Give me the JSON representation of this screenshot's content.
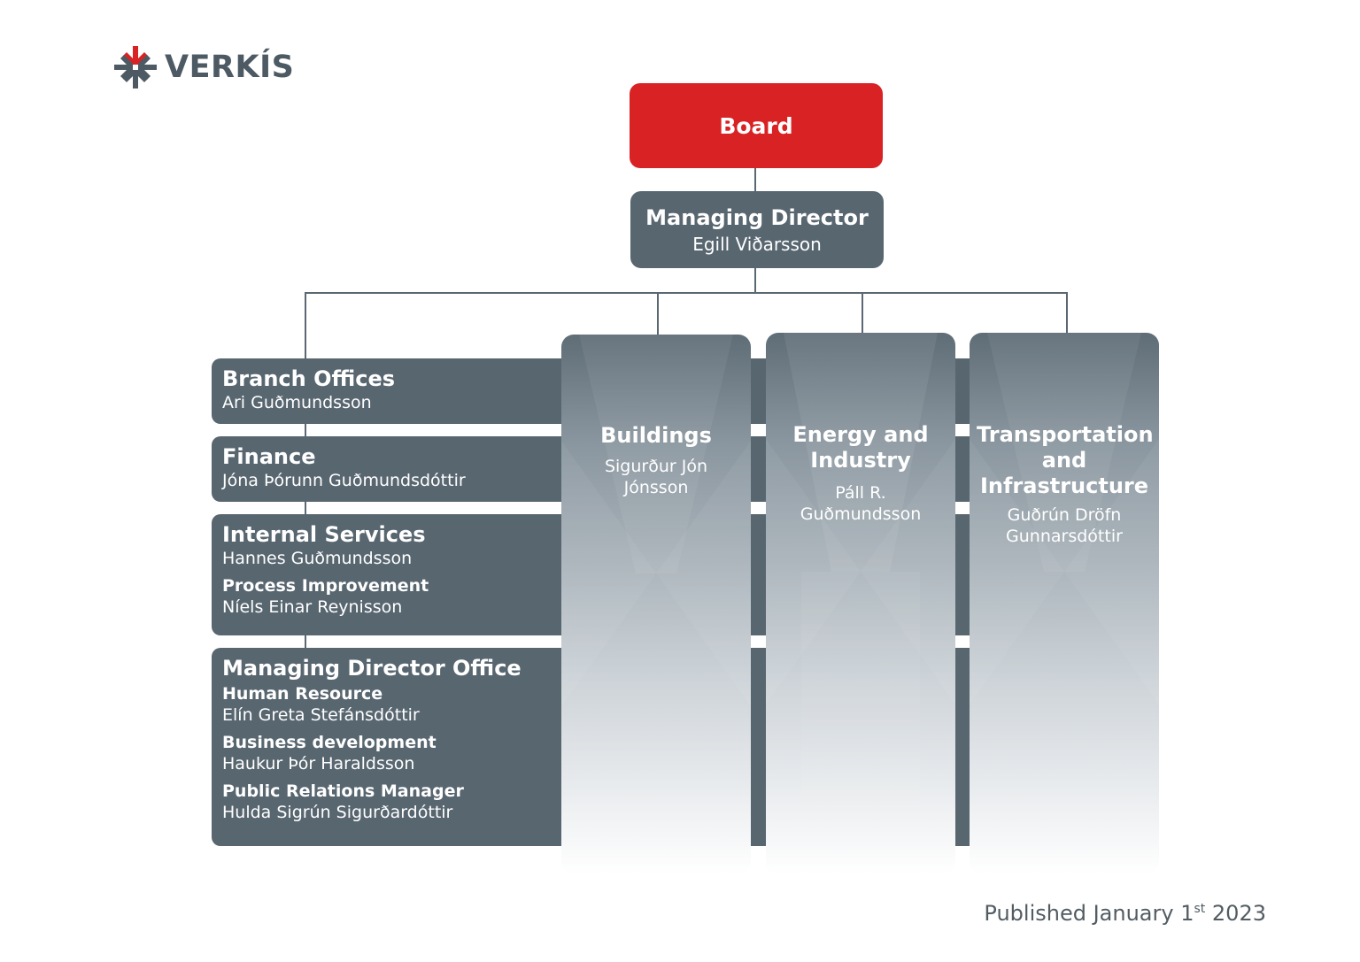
{
  "logo": {
    "text": "VERKÍS",
    "icon": "verkis-snowflake-icon",
    "accent": "#d92224"
  },
  "board": {
    "label": "Board",
    "color": "#d92224"
  },
  "managing_director": {
    "title": "Managing Director",
    "name": "Egill Viðarsson"
  },
  "departments": [
    {
      "title": "Branch Offices",
      "name": "Ari Guðmundsson"
    },
    {
      "title": "Finance",
      "name": "Jóna Þórunn Guðmundsdóttir"
    },
    {
      "title": "Internal Services",
      "name": "Hannes Guðmundsson",
      "sub": [
        {
          "title": "Process Improvement",
          "name": "Níels Einar Reynisson"
        }
      ]
    },
    {
      "title": "Managing Director Office",
      "sub": [
        {
          "title": "Human Resource",
          "name": "Elín Greta Stefánsdóttir"
        },
        {
          "title": "Business development",
          "name": "Haukur Þór Haraldsson"
        },
        {
          "title": "Public Relations Manager",
          "name": "Hulda Sigrún Sigurðardóttir"
        }
      ]
    }
  ],
  "divisions": [
    {
      "title_lines": [
        "Buildings"
      ],
      "name_lines": [
        "Sigurður Jón",
        "Jónsson"
      ]
    },
    {
      "title_lines": [
        "Energy and",
        "Industry"
      ],
      "name_lines": [
        "Páll R.",
        "Guðmundsson"
      ]
    },
    {
      "title_lines": [
        "Transportation",
        "and",
        "Infrastructure"
      ],
      "name_lines": [
        "Guðrún Dröfn",
        "Gunnarsdóttir"
      ]
    }
  ],
  "footer": {
    "published_prefix": "Published January 1",
    "published_sup": "st",
    "published_suffix": " 2023"
  },
  "colors": {
    "box": "#586670",
    "line": "#5b6872"
  }
}
